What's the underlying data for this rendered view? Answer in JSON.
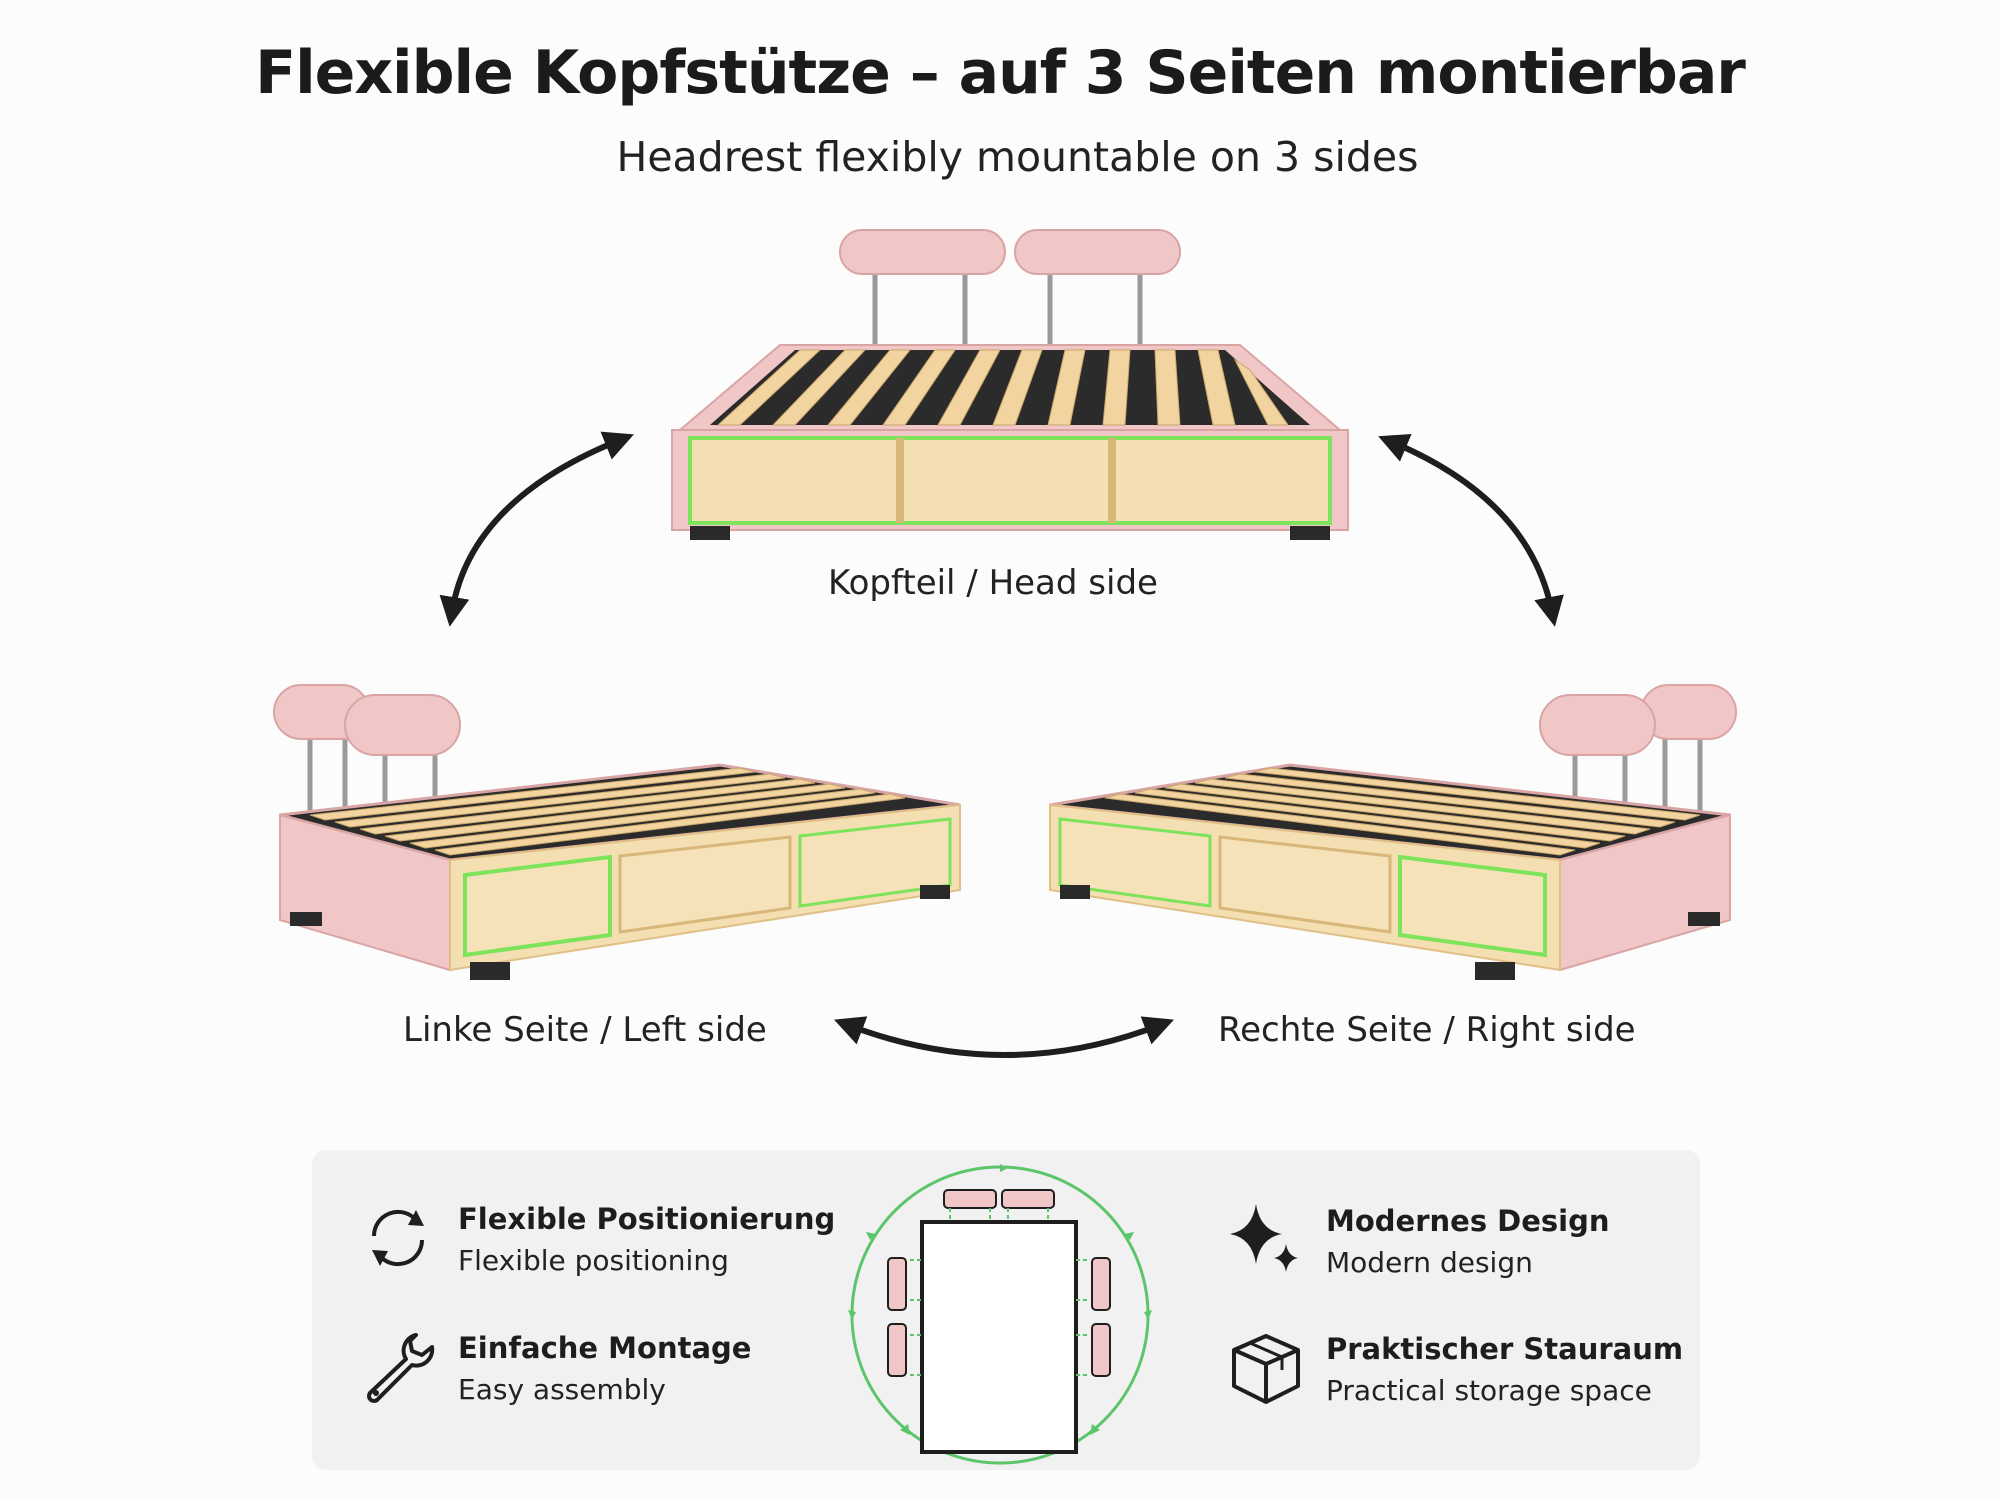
{
  "header": {
    "title": "Flexible Kopfstütze – auf 3 Seiten montierbar",
    "subtitle": "Headrest flexibly mountable on 3 sides"
  },
  "views": {
    "head": "Kopfteil / Head side",
    "left": "Linke Seite / Left side",
    "right": "Rechte Seite / Right side"
  },
  "colors": {
    "upholstery": "#f0c6c6",
    "wood": "#f2d9a6",
    "led": "#7ce35a",
    "feet": "#2a2a2a",
    "accent_green": "#5cc46a",
    "arrow": "#1e1e1e"
  },
  "features": [
    {
      "icon": "rotate-arrows-icon",
      "de": "Flexible Positionierung",
      "en": "Flexible positioning"
    },
    {
      "icon": "wrench-icon",
      "de": "Einfache Montage",
      "en": "Easy assembly"
    },
    {
      "icon": "sparkle-icon",
      "de": "Modernes Design",
      "en": "Modern design"
    },
    {
      "icon": "box-icon",
      "de": "Praktischer Stauraum",
      "en": "Practical storage space"
    }
  ]
}
